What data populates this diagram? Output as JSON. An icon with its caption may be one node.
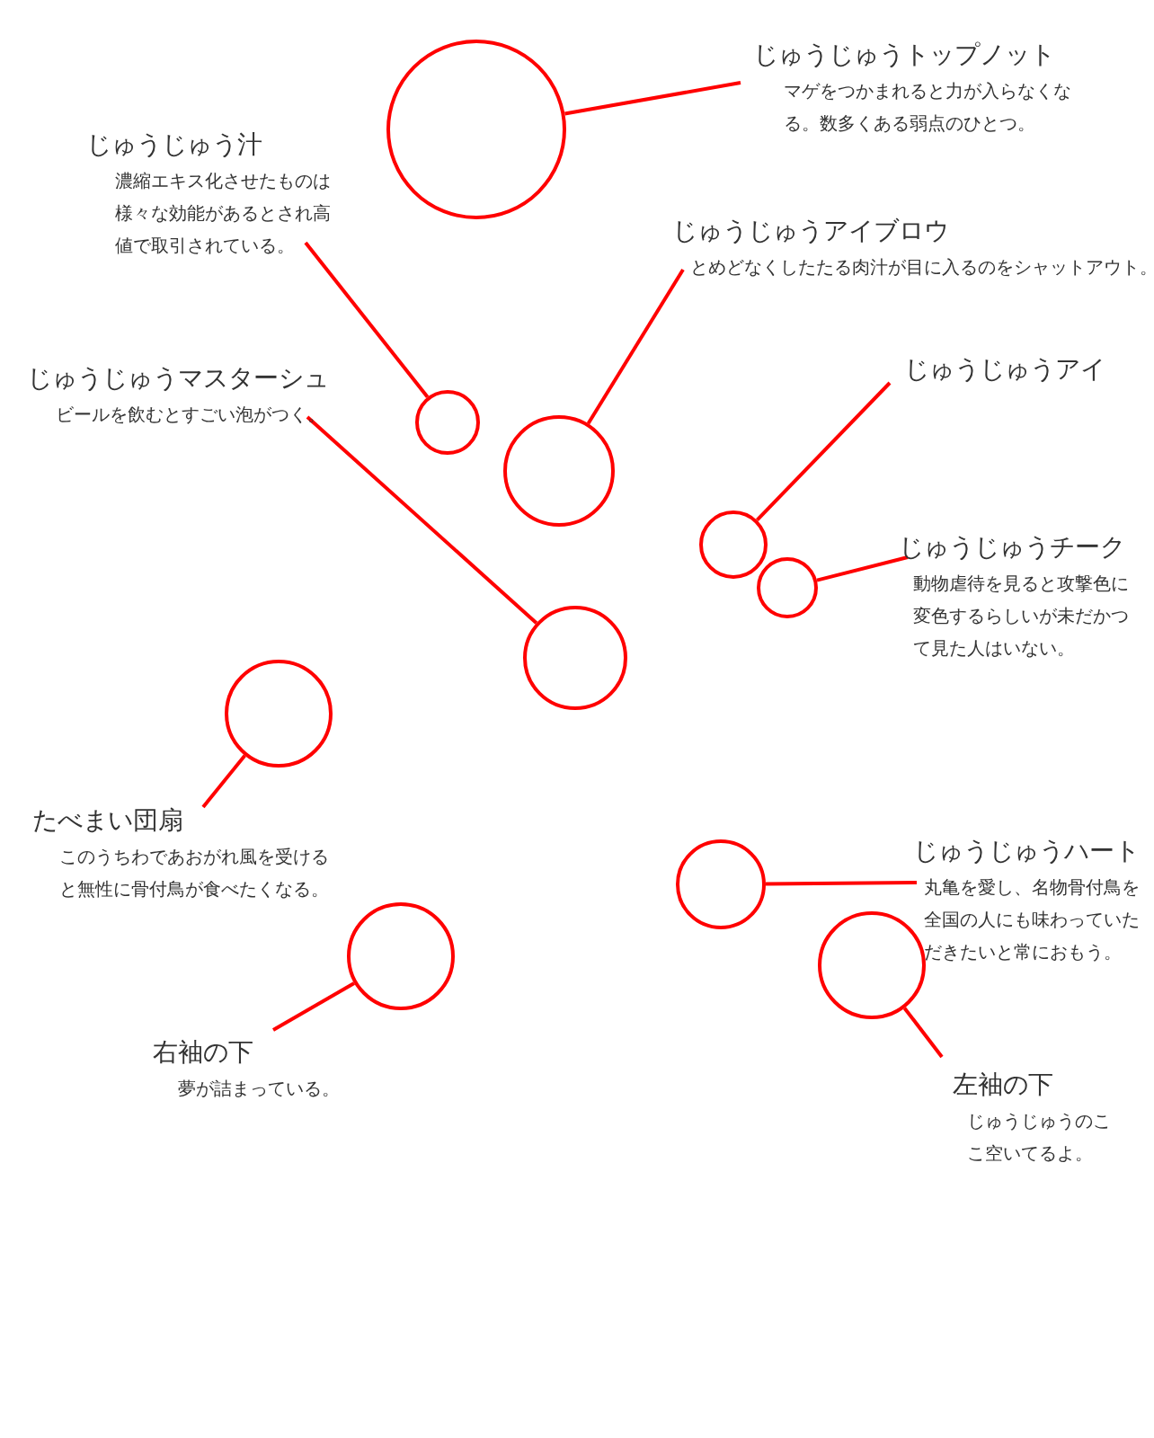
{
  "diagram": {
    "nodes": [
      {
        "text": [
          "じゅうじゅうトップノット",
          "マゲをつかまれると力が入らなくなる。数多くある弱点のひとつ。"
        ]
      },
      {
        "text": [
          "じゅうじゅう汁",
          "濃縮エキス化させたものは様々な効能があるとされ高値で取引されている。"
        ]
      },
      {
        "text": [
          "じゅうじゅうアイブロウ",
          "とめどなくしたたる肉汁が目に入るのをシャットアウト。"
        ]
      },
      {
        "text": [
          "じゅうじゅうマスターシュ",
          "ビールを飲むとすごい泡がつく。"
        ]
      },
      {
        "text": [
          "じゅうじゅうアイ"
        ]
      },
      {
        "text": [
          "じゅうじゅうチーク",
          "動物虐待を見ると攻撃色に変色するらしいが未だかつて見た人はいない。"
        ]
      },
      {
        "text": [
          "たべまい団扇",
          "このうちわであおがれ風を受けると無性に骨付鳥が食べたくなる。"
        ]
      },
      {
        "text": [
          "じゅうじゅうハート",
          "丸亀を愛し、名物骨付鳥を全国の人にも味わっていただきたいと常におもう。"
        ]
      },
      {
        "text": [
          "右袖の下",
          "夢が詰まっている。"
        ]
      },
      {
        "text": [
          "左袖の下",
          "じゅうじゅうのここ空いてるよ。"
        ]
      },
      {
        "text": [],
        "shape": "circle"
      },
      {
        "text": [],
        "shape": "circle"
      },
      {
        "text": [],
        "shape": "circle"
      },
      {
        "text": [],
        "shape": "circle"
      },
      {
        "text": [],
        "shape": "circle"
      },
      {
        "text": [],
        "shape": "circle"
      },
      {
        "text": [],
        "shape": "circle"
      },
      {
        "text": [],
        "shape": "circle"
      },
      {
        "text": [],
        "shape": "circle"
      },
      {
        "text": [],
        "shape": "circle"
      }
    ],
    "edges": [
      {
        "from": 0,
        "to": 10,
        "arrow": "none"
      },
      {
        "from": 1,
        "to": 11,
        "arrow": "none"
      },
      {
        "from": 2,
        "to": 12,
        "arrow": "none"
      },
      {
        "from": 3,
        "to": 15,
        "arrow": "none"
      },
      {
        "from": 4,
        "to": 13,
        "arrow": "none"
      },
      {
        "from": 5,
        "to": 14,
        "arrow": "none"
      },
      {
        "from": 6,
        "to": 16,
        "arrow": "none"
      },
      {
        "from": 7,
        "to": 17,
        "arrow": "none"
      },
      {
        "from": 8,
        "to": 18,
        "arrow": "none"
      },
      {
        "from": 9,
        "to": 19,
        "arrow": "none"
      }
    ]
  }
}
